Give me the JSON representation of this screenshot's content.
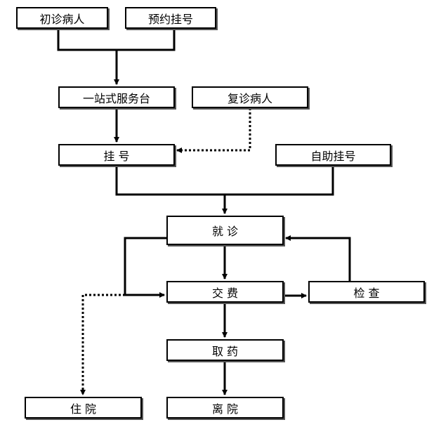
{
  "title": "门诊就医流程图",
  "nodes": {
    "first_visit": "初诊病人",
    "appointment": "预约挂号",
    "service_desk": "一站式服务台",
    "return_visit": "复诊病人",
    "registration": "挂 号",
    "self_registration": "自助挂号",
    "consultation": "就 诊",
    "payment": "交 费",
    "examination": "检 查",
    "pharmacy": "取 药",
    "hospitalization": "住 院",
    "discharge": "离 院"
  },
  "edges": [
    {
      "from": "first_visit",
      "to": "service_desk",
      "style": "solid"
    },
    {
      "from": "appointment",
      "to": "service_desk",
      "style": "solid"
    },
    {
      "from": "service_desk",
      "to": "registration",
      "style": "solid"
    },
    {
      "from": "return_visit",
      "to": "registration",
      "style": "dotted"
    },
    {
      "from": "registration",
      "to": "consultation",
      "style": "solid"
    },
    {
      "from": "self_registration",
      "to": "consultation",
      "style": "solid"
    },
    {
      "from": "consultation",
      "to": "payment",
      "style": "solid"
    },
    {
      "from": "consultation",
      "to": "payment",
      "style": "solid",
      "route": "left-loop"
    },
    {
      "from": "payment",
      "to": "examination",
      "style": "solid"
    },
    {
      "from": "examination",
      "to": "consultation",
      "style": "solid"
    },
    {
      "from": "payment",
      "to": "hospitalization",
      "style": "dotted"
    },
    {
      "from": "payment",
      "to": "pharmacy",
      "style": "solid"
    },
    {
      "from": "pharmacy",
      "to": "discharge",
      "style": "solid"
    }
  ]
}
